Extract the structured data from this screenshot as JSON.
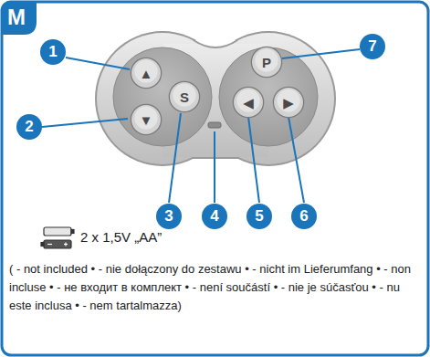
{
  "diagram": {
    "nodes": [
      {
        "text": [
          "▲"
        ]
      },
      {
        "text": [
          "▼"
        ]
      },
      {
        "text": [
          "S"
        ]
      },
      {
        "text": [
          "◀"
        ]
      },
      {
        "text": [
          "▶"
        ]
      },
      {
        "text": [
          "P"
        ]
      }
    ],
    "labels": [
      "M",
      "1",
      "2",
      "3",
      "4",
      "5",
      "6",
      "7",
      "2 x 1,5V „AA”",
      "( - not included • - nie dołączony do zestawu • - nicht im Lieferumfang • - non incluse • - не входит в комплект • - není součástí • - nie je súčasťou • - nu este inclusa • - nem tartalmazza)"
    ]
  }
}
